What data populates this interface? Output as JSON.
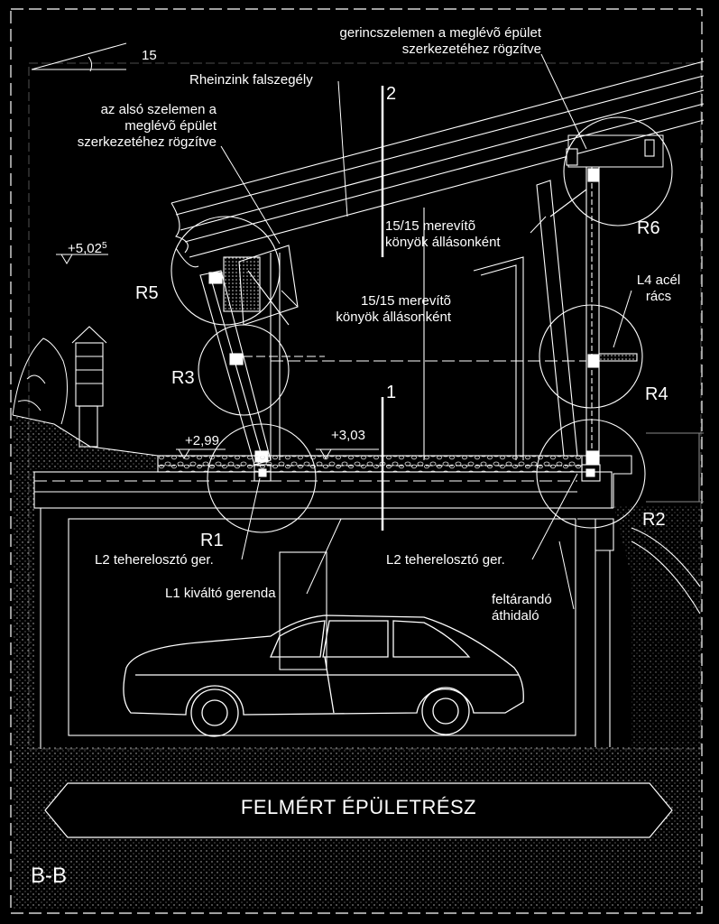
{
  "drawing": {
    "section_label": "B-B",
    "banner_text": "FELMÉRT ÉPÜLETRÉSZ",
    "roof_slope": "15",
    "elevations": {
      "top": "+5,02",
      "top_sup": "5",
      "left": "+2,99",
      "middle": "+3,03"
    },
    "section_markers": {
      "upper": "2",
      "lower": "1"
    },
    "details": [
      "R1",
      "R2",
      "R3",
      "R4",
      "R5",
      "R6"
    ],
    "annotations": {
      "ridge_purlin_line1": "gerincszelemen a meglévõ épület",
      "ridge_purlin_line2": "szerkezetéhez rögzítve",
      "rheinzink": "Rheinzink falszegély",
      "lower_purlin_line1": "az alsó szelemen a",
      "lower_purlin_line2": "meglévõ épület",
      "lower_purlin_line3": "szerkezetéhez rögzítve",
      "bracing_right_line1": "15/15 merevítõ",
      "bracing_right_line2": "könyök állásonként",
      "bracing_left_line1": "15/15 merevítõ",
      "bracing_left_line2": "könyök állásonként",
      "l4_line1": "L4 acél",
      "l4_line2": "rács",
      "l2_left": "L2 teherelosztó ger.",
      "l2_right": "L2 teherelosztó ger.",
      "l1": "L1 kiváltó gerenda",
      "lintel_line1": "feltárandó",
      "lintel_line2": "áthidaló"
    }
  }
}
